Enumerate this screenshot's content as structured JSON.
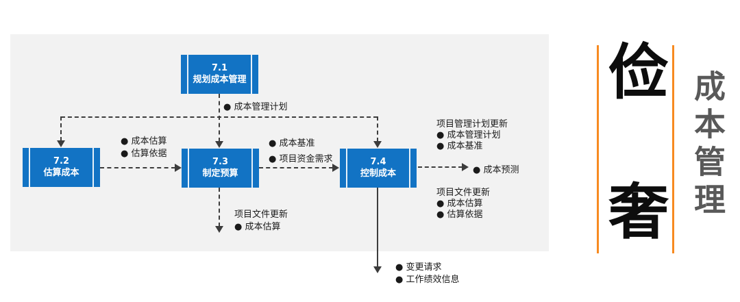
{
  "colors": {
    "panel_bg": "#f2f2f2",
    "process_box": "#1273c4",
    "connector": "#3c3c3c",
    "accent_orange": "#f78a20",
    "side_title_gray": "#595959"
  },
  "processes": {
    "plan": {
      "id": "7.1",
      "name": "规划成本管理"
    },
    "estimate": {
      "id": "7.2",
      "name": "估算成本"
    },
    "budget": {
      "id": "7.3",
      "name": "制定预算"
    },
    "control": {
      "id": "7.4",
      "name": "控制成本"
    }
  },
  "outputs": {
    "plan_out": "● 成本管理计划",
    "estimate_to_budget": [
      "● 成本估算",
      "● 估算依据"
    ],
    "budget_to_control": [
      "● 成本基准",
      "● 项目资金需求"
    ],
    "budget_down": [
      "项目文件更新",
      "● 成本估算"
    ],
    "control_right_top": [
      "项目管理计划更新",
      "● 成本管理计划",
      "● 成本基准"
    ],
    "forecast": "● 成本预测",
    "control_right_bottom": [
      "项目文件更新",
      "● 成本估算",
      "● 估算依据"
    ],
    "control_down": [
      "● 变更请求",
      "● 工作绩效信息"
    ]
  },
  "side": {
    "char_top": "俭",
    "char_bottom": "奢",
    "vertical_title": "成本管理"
  }
}
